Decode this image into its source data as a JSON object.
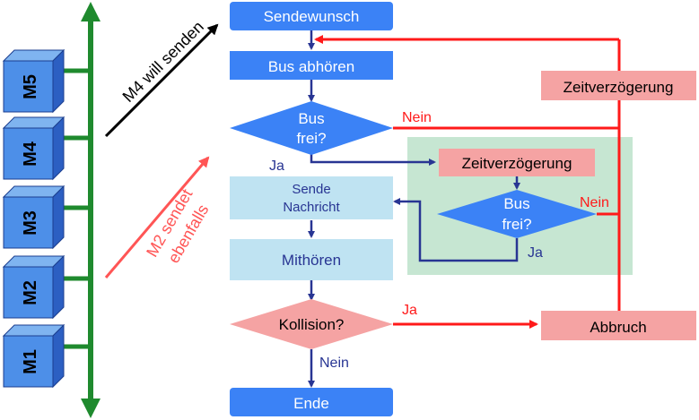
{
  "modules": [
    "M5",
    "M4",
    "M3",
    "M2",
    "M1"
  ],
  "annotations": {
    "m4_wants_send": "M4 will senden",
    "m2_also_sends_1": "M2 sendet",
    "m2_also_sends_2": "ebenfalls"
  },
  "flow": {
    "start": "Sendewunsch",
    "listen": "Bus abhören",
    "bus_free_1": "Bus",
    "bus_free_2": "frei?",
    "delay": "Zeitverzögerung",
    "send_1": "Sende",
    "send_2": "Nachricht",
    "monitor": "Mithören",
    "collision": "Kollision?",
    "abort": "Abbruch",
    "end": "Ende",
    "yes": "Ja",
    "no": "Nein"
  },
  "colors": {
    "blue_box": "#3b82f6",
    "light_blue_box": "#bfe3f2",
    "pink_box": "#f5a3a3",
    "green_area": "#c6e6d2",
    "red_line": "#ff1a1a",
    "navy_line": "#283593",
    "green_bus": "#1f8a2e"
  }
}
